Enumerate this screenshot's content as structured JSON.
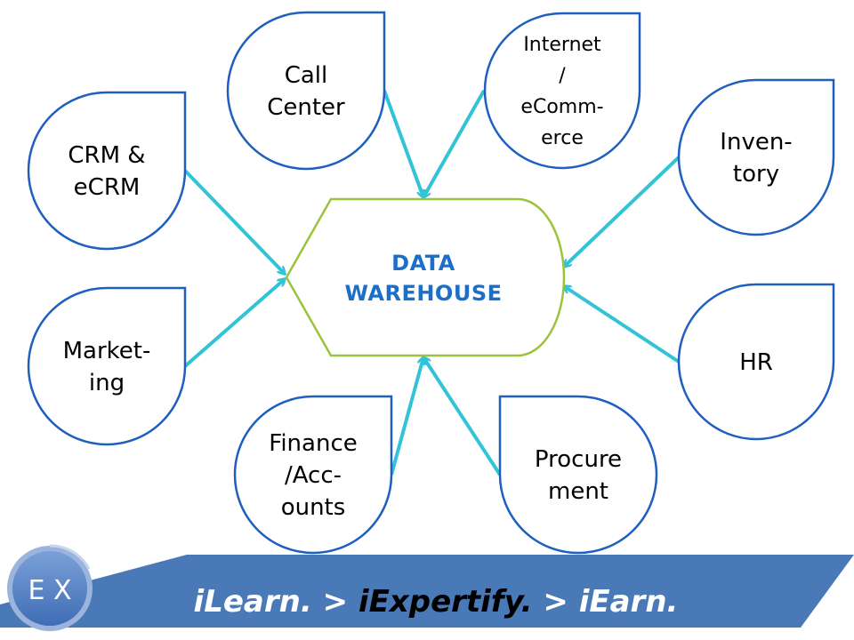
{
  "center": {
    "line1": "DATA",
    "line2": "WAREHOUSE"
  },
  "nodes": [
    {
      "id": "call-center",
      "lines": [
        "Call",
        "Center"
      ]
    },
    {
      "id": "internet-ecommerce",
      "lines": [
        "Internet",
        "/",
        "eComm-",
        "erce"
      ]
    },
    {
      "id": "crm-ecrm",
      "lines": [
        "CRM &",
        "eCRM"
      ]
    },
    {
      "id": "inventory",
      "lines": [
        "Inven-",
        "tory"
      ]
    },
    {
      "id": "marketing",
      "lines": [
        "Market-",
        "ing"
      ]
    },
    {
      "id": "hr",
      "lines": [
        "HR"
      ]
    },
    {
      "id": "finance-accounts",
      "lines": [
        "Finance",
        "/Acc-",
        "ounts"
      ]
    },
    {
      "id": "procurement",
      "lines": [
        "Procure",
        "ment"
      ]
    }
  ],
  "footer": {
    "logo": "E X",
    "tagline_part1": "iLearn. > ",
    "tagline_part2": "iExpertify.",
    "tagline_part3": " > iEarn."
  },
  "colors": {
    "node_border": "#1f5fbf",
    "arrow": "#33c3d6",
    "center_border": "#9bc33c",
    "center_text": "#1c6fc9",
    "banner": "#4a79b8"
  }
}
